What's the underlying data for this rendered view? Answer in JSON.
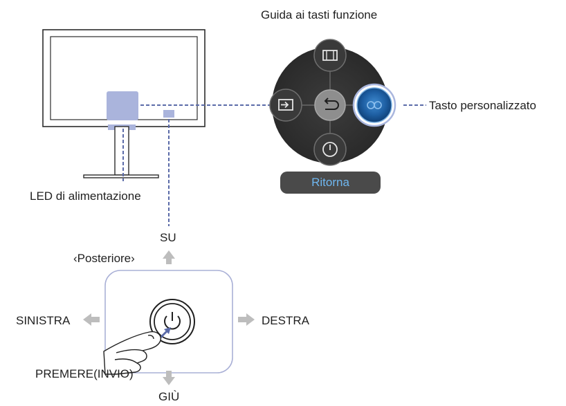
{
  "function_key_guide": {
    "title": "Guida ai tasti funzione",
    "return_label": "Ritorna",
    "custom_key_label": "Tasto personalizzato"
  },
  "monitor": {
    "power_led_label": "LED di alimentazione"
  },
  "joystick": {
    "rear_label": "‹Posteriore›",
    "up_label": "SU",
    "down_label": "GIÙ",
    "left_label": "SINISTRA",
    "right_label": "DESTRA",
    "press_label": "PREMERE(INVIO)"
  },
  "icons": {
    "top": "picture-size-icon",
    "left": "input-source-icon",
    "center": "return-icon",
    "right": "custom-key-icon",
    "bottom": "power-icon"
  },
  "colors": {
    "highlight": "#aab4dc",
    "dashed_line": "#5a6aa8",
    "accent_blue": "#1f6fb5",
    "pill_text": "#6fb7f0",
    "arrow_gray": "#bdbdbd",
    "button_dark": "#333333"
  }
}
